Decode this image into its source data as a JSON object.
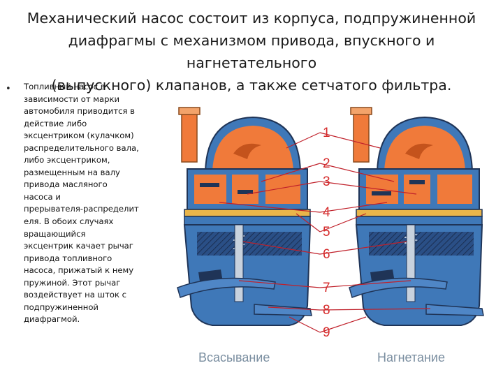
{
  "slide": {
    "title_lines": [
      "Механический насос состоит из корпуса, подпружиненной",
      "диафрагмы с механизмом привода, впускного и нагнетательного",
      "(выпускного) клапанов, а также сетчатого фильтра."
    ],
    "bullet_char": "•",
    "body_lines": [
      "Топливный насос в",
      "зависимости от марки",
      "автомобиля приводится в",
      "действие либо",
      "эксцентриком (кулачком)",
      "распределительного вала,",
      "либо эксцентриком,",
      "размещенным на валу",
      "привода масляного",
      "насоса и",
      "прерывателя-распределит",
      "еля. В обоих случаях",
      "вращающийся",
      "эксцентрик качает рычаг",
      "привода топливного",
      "насоса, прижатый к нему",
      "пружиной. Этот рычаг",
      "воздействует на шток с",
      "подпружиненной",
      "диафрагмой."
    ]
  },
  "figure": {
    "numbers": [
      "1",
      "2",
      "3",
      "4",
      "5",
      "6",
      "7",
      "8",
      "9"
    ],
    "captions": {
      "left": "Всасывание",
      "right": "Нагнетание"
    },
    "colors": {
      "fuel": "#f07a3a",
      "body": "#3f78b8",
      "dark": "#1f3457",
      "leader": "#c0212b",
      "caption": "#7a8ea0"
    }
  }
}
